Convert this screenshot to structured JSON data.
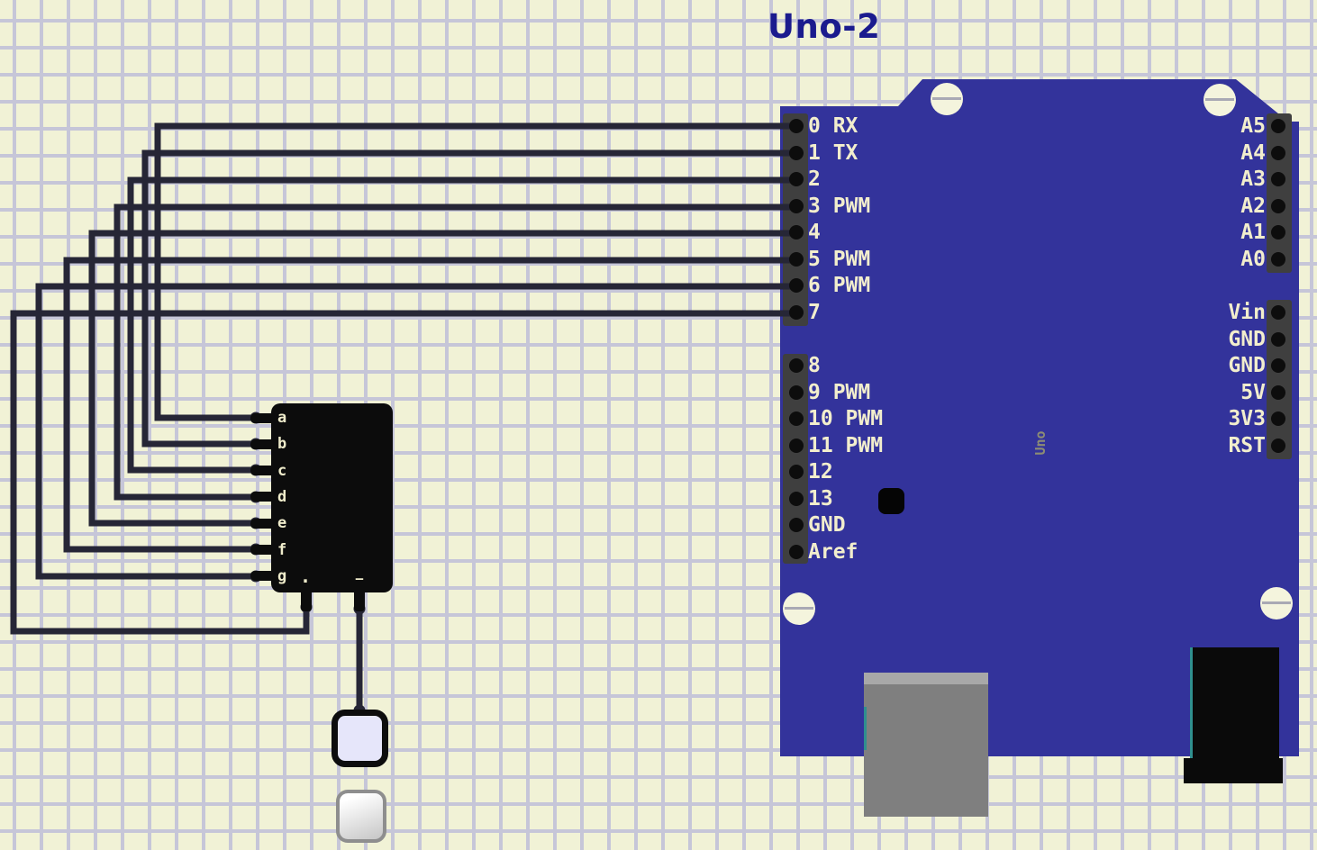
{
  "title": "Uno-2",
  "arduino": {
    "vertical_label": "Uno",
    "digital_pins_upper": [
      "0 RX",
      "1 TX",
      "2",
      "3 PWM",
      "4",
      "5 PWM",
      "6 PWM",
      "7"
    ],
    "digital_pins_lower": [
      "8",
      "9 PWM",
      "10 PWM",
      "11 PWM",
      "12",
      "13",
      "GND",
      "Aref"
    ],
    "analog_pins": [
      "A5",
      "A4",
      "A3",
      "A2",
      "A1",
      "A0"
    ],
    "power_pins": [
      "Vin",
      "GND",
      "GND",
      "5V",
      "3V3",
      "RST"
    ]
  },
  "display": {
    "segment_pins": [
      "a",
      "b",
      "c",
      "d",
      "e",
      "f",
      "g"
    ],
    "bottom_pins": [
      ".",
      "—"
    ]
  },
  "other_components": [
    {
      "name": "lavender-square"
    },
    {
      "name": "gray-square"
    }
  ],
  "connections": [
    {
      "from": "0 RX",
      "to": "a"
    },
    {
      "from": "1 TX",
      "to": "b"
    },
    {
      "from": "2",
      "to": "c"
    },
    {
      "from": "3 PWM",
      "to": "d"
    },
    {
      "from": "4",
      "to": "e"
    },
    {
      "from": "5 PWM",
      "to": "f"
    },
    {
      "from": "6 PWM",
      "to": "g"
    },
    {
      "from": "7",
      "to": "."
    },
    {
      "from": "—",
      "to": "lavender-square"
    }
  ],
  "colors": {
    "background": "#f1f2d6",
    "grid_line": "#c6c6d8",
    "board_blue": "#33339b",
    "wire_dark": "#262636",
    "pin_label_cream": "#f2eecd",
    "title_blue": "#1b1b8e",
    "component_black": "#0c0c0c",
    "header_gray": "#3f3f3f",
    "usb_gray": "#7f7f7f",
    "teal_edge": "#2f8f8f",
    "uno_label_olive": "#8d8d74",
    "button_lavender": "#e6e6fa"
  }
}
